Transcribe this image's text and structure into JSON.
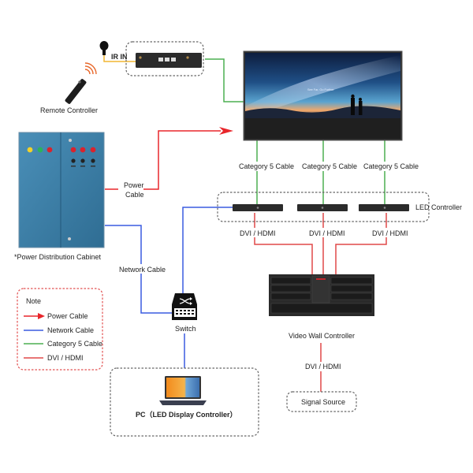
{
  "title": "LED Display System Connection Diagram",
  "colors": {
    "power_cable": "#e8262b",
    "network_cable": "#3a5be0",
    "category5_cable": "#4caf50",
    "dvi_hdmi": "#e04848",
    "ir_cable": "#f2b632",
    "cabinet": "#3b7fa6"
  },
  "devices": {
    "remote_controller": "Remote Controller",
    "ir_in": "IR IN",
    "power_cabinet": "*Power Distribution Cabinet",
    "led_controller": "LED Controller",
    "switch": "Switch",
    "video_wall_controller": "Video Wall Controller",
    "pc": "PC（LED Display Controller）",
    "signal_source": "Signal Source",
    "screen_caption": "See Far, Go Further"
  },
  "cables": {
    "power_line1": "Power",
    "power_line2": "Cable",
    "network": "Network Cable",
    "cat5": [
      "Category 5 Cable",
      "Category 5 Cable",
      "Category 5 Cable"
    ],
    "dvi": [
      "DVI / HDMI",
      "DVI / HDMI",
      "DVI / HDMI"
    ],
    "dvi_source": "DVI / HDMI"
  },
  "legend": {
    "title": "Note",
    "items": [
      {
        "label": "Power Cable",
        "type": "power"
      },
      {
        "label": "Network Cable",
        "type": "network"
      },
      {
        "label": "Category 5 Cable",
        "type": "cat5"
      },
      {
        "label": "DVI / HDMI",
        "type": "dvi"
      }
    ]
  }
}
